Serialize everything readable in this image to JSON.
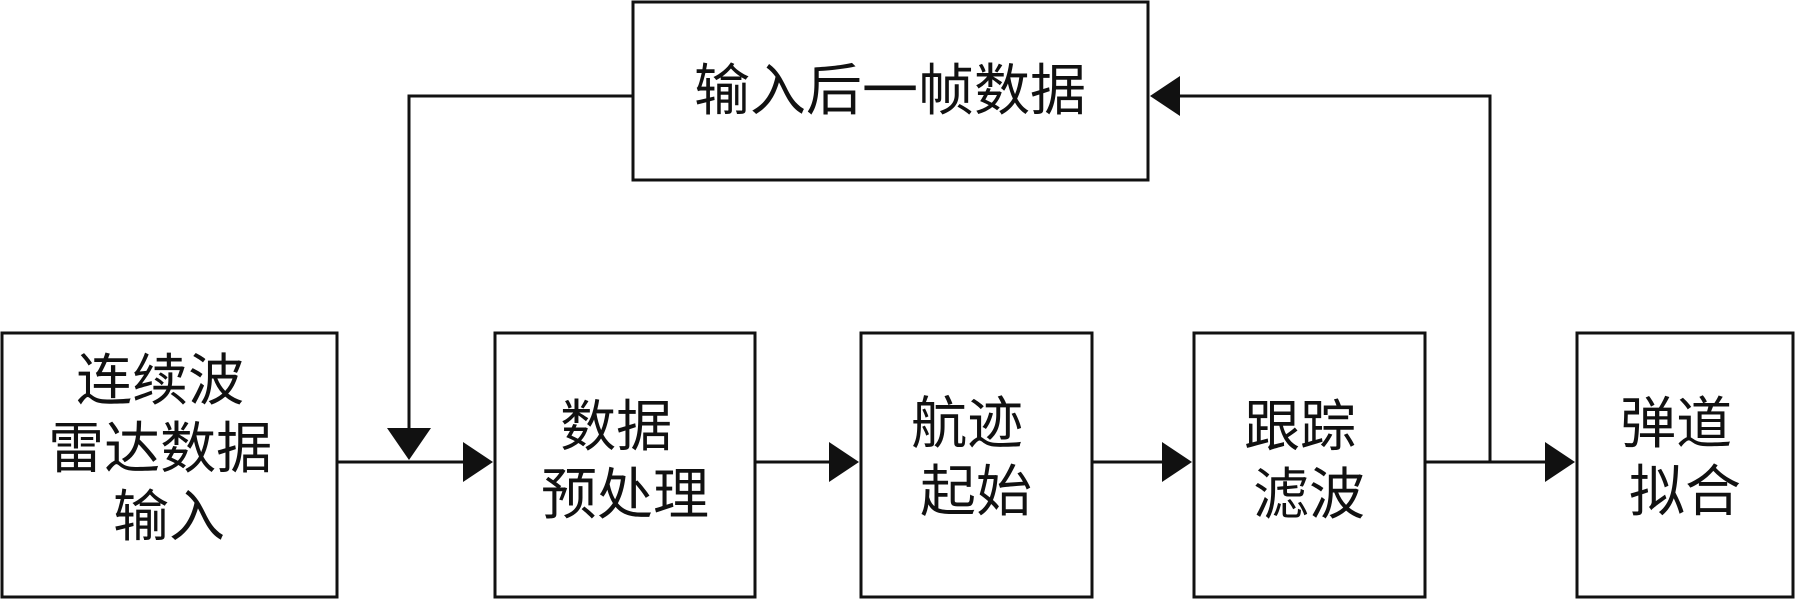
{
  "diagram": {
    "nodes": {
      "feedback": {
        "lines": [
          "输入后一帧数据"
        ]
      },
      "input": {
        "lines": [
          "连续波",
          "雷达数据",
          "输入"
        ]
      },
      "preprocess": {
        "lines": [
          "数据",
          "预处理"
        ]
      },
      "track_init": {
        "lines": [
          "航迹",
          "起始"
        ]
      },
      "filter": {
        "lines": [
          "跟踪",
          "滤波"
        ]
      },
      "trajectory": {
        "lines": [
          "弹道",
          "拟合"
        ]
      }
    },
    "colors": {
      "stroke": "#111111",
      "background": "#ffffff"
    }
  }
}
